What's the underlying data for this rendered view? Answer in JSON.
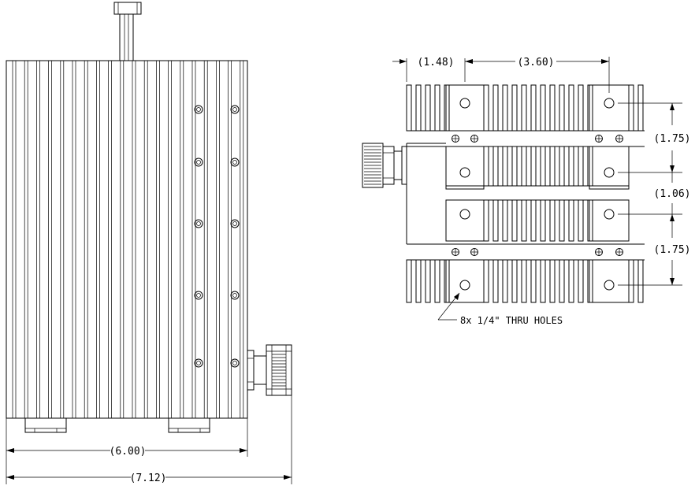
{
  "dimensions": {
    "front_width": "(6.00)",
    "overall_width": "(7.12)",
    "end_offset": "(1.48)",
    "hole_spacing_h": "(3.60)",
    "hole_spacing_v_upper": "(1.75)",
    "gap_between_blocks": "(1.06)",
    "hole_spacing_v_lower": "(1.75)"
  },
  "notes": {
    "holes": "8x 1/4\" THRU HOLES"
  }
}
